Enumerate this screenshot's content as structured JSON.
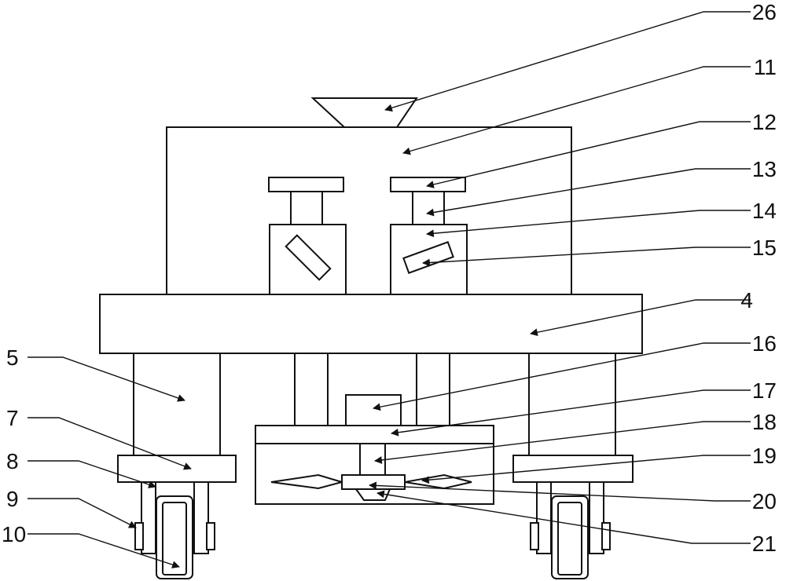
{
  "labels": {
    "l26": "26",
    "l11": "11",
    "l12": "12",
    "l13": "13",
    "l14": "14",
    "l15": "15",
    "l4": "4",
    "l16": "16",
    "l17": "17",
    "l18": "18",
    "l19": "19",
    "l20": "20",
    "l21": "21",
    "l5": "5",
    "l7": "7",
    "l8": "8",
    "l9": "9",
    "l10": "10"
  },
  "colors": {
    "stroke": "#111111",
    "fill": "#ffffff"
  }
}
